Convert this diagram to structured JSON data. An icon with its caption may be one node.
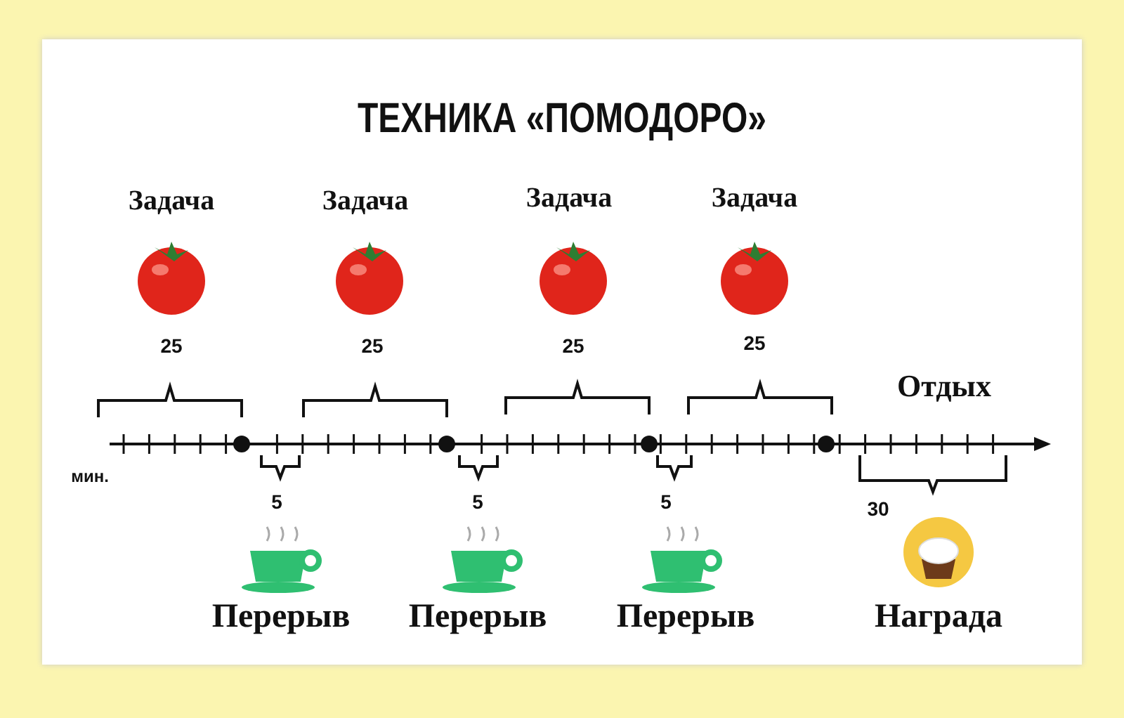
{
  "diagram": {
    "title": "ТЕХНИКА «ПОМОДОРО»",
    "labels": [
      "Задача",
      "Задача",
      "Задача",
      "Задача",
      "25",
      "25",
      "25",
      "25",
      "Отдых",
      "мин.",
      "5",
      "5",
      "5",
      "30",
      "Перерыв",
      "Перерыв",
      "Перерыв",
      "Награда"
    ]
  }
}
